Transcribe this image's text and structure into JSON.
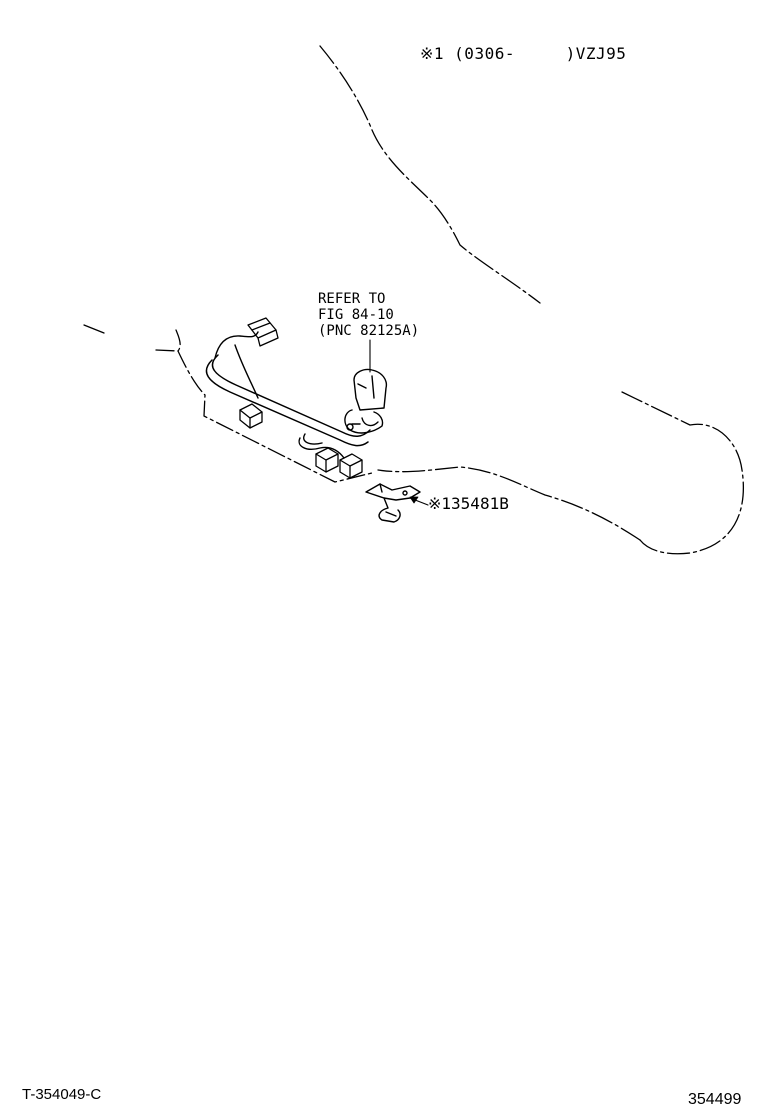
{
  "diagram": {
    "application_note": "※1 (0306-     )VZJ95",
    "refer_note": {
      "line1": "REFER TO",
      "line2": "FIG 84-10",
      "line3": "(PNC 82125A)"
    },
    "part_callout": "※135481B",
    "reference_code": "T-354049-C",
    "illustration_number": "354499"
  },
  "colors": {
    "ink": "#000000",
    "paper": "#ffffff"
  }
}
